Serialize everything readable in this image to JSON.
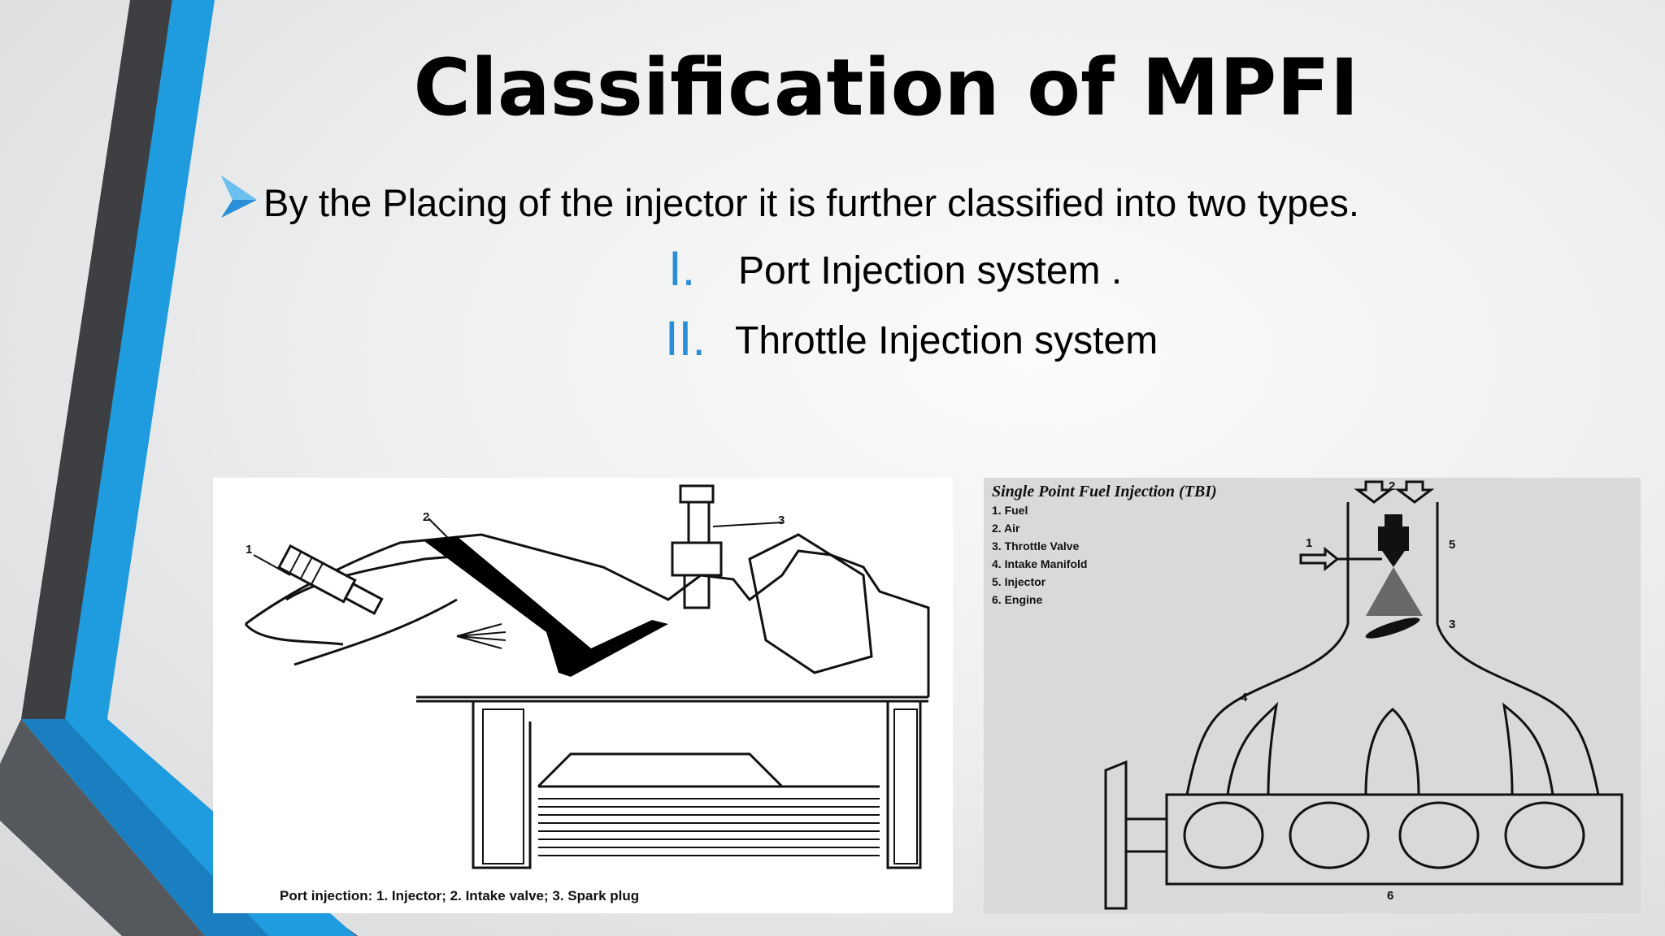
{
  "slide": {
    "title": "Classification of MPFI",
    "bullet": "By the Placing of the injector it is further classified into two types.",
    "list": [
      {
        "numeral": "I.",
        "text": "Port Injection system     ."
      },
      {
        "numeral": "II.",
        "text": "Throttle Injection system"
      }
    ]
  },
  "colors": {
    "accent_blue": "#2a8fd6",
    "dark_band": "#3d3f42",
    "light_blue": "#1f9be0"
  },
  "port_figure": {
    "caption": "Port injection: 1. Injector; 2. Intake valve; 3. Spark plug",
    "labels": [
      "1",
      "2",
      "3"
    ]
  },
  "tbi_figure": {
    "title": "Single Point Fuel Injection (TBI)",
    "legend": [
      "1. Fuel",
      "2. Air",
      "3. Throttle Valve",
      "4. Intake Manifold",
      "5. Injector",
      "6. Engine"
    ],
    "labels": [
      "1",
      "2",
      "3",
      "4",
      "5",
      "6"
    ]
  }
}
